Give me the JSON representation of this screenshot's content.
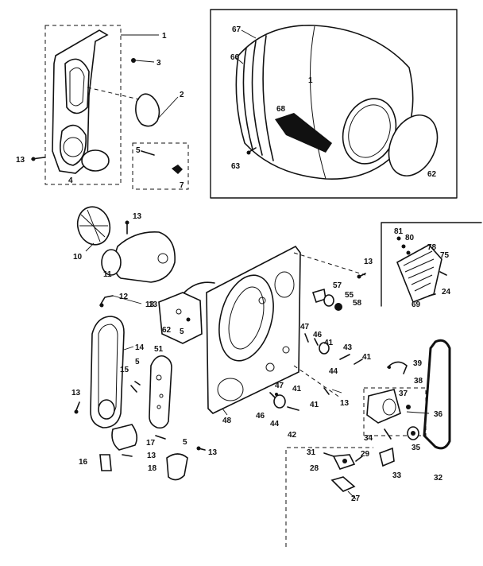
{
  "callouts": {
    "c1": "1",
    "c2": "2",
    "c3": "3",
    "c4": "4",
    "c5a": "5",
    "c7": "7",
    "c13a": "13",
    "c67": "67",
    "c66": "66",
    "c1b": "1",
    "c68": "68",
    "c63": "63",
    "c62": "62",
    "c13b": "13",
    "c10": "10",
    "c11": "11",
    "c12": "12",
    "c13c": "13",
    "c13d": "13",
    "c62b": "62",
    "c5b": "5",
    "c14": "14",
    "c15": "15",
    "c5c": "5",
    "c51": "51",
    "c13e": "13",
    "c17": "17",
    "c5d": "5",
    "c16": "16",
    "c13f": "13",
    "c18": "18",
    "c13g": "13",
    "c48": "48",
    "c57": "57",
    "c55": "55",
    "c58": "58",
    "c47a": "47",
    "c46a": "46",
    "c41a": "41",
    "c43": "43",
    "c41b": "41",
    "c44a": "44",
    "c47b": "47",
    "c41c": "41",
    "c46b": "46",
    "c44b": "44",
    "c41d": "41",
    "c42": "42",
    "c13h": "13",
    "c81": "81",
    "c80": "80",
    "c78": "78",
    "c75": "75",
    "c24": "24",
    "c69": "69",
    "c39": "39",
    "c38": "38",
    "c37": "37",
    "c36": "36",
    "c34": "34",
    "c35": "35",
    "c32": "32",
    "c31": "31",
    "c29": "29",
    "c28": "28",
    "c33": "33",
    "c27": "27"
  }
}
